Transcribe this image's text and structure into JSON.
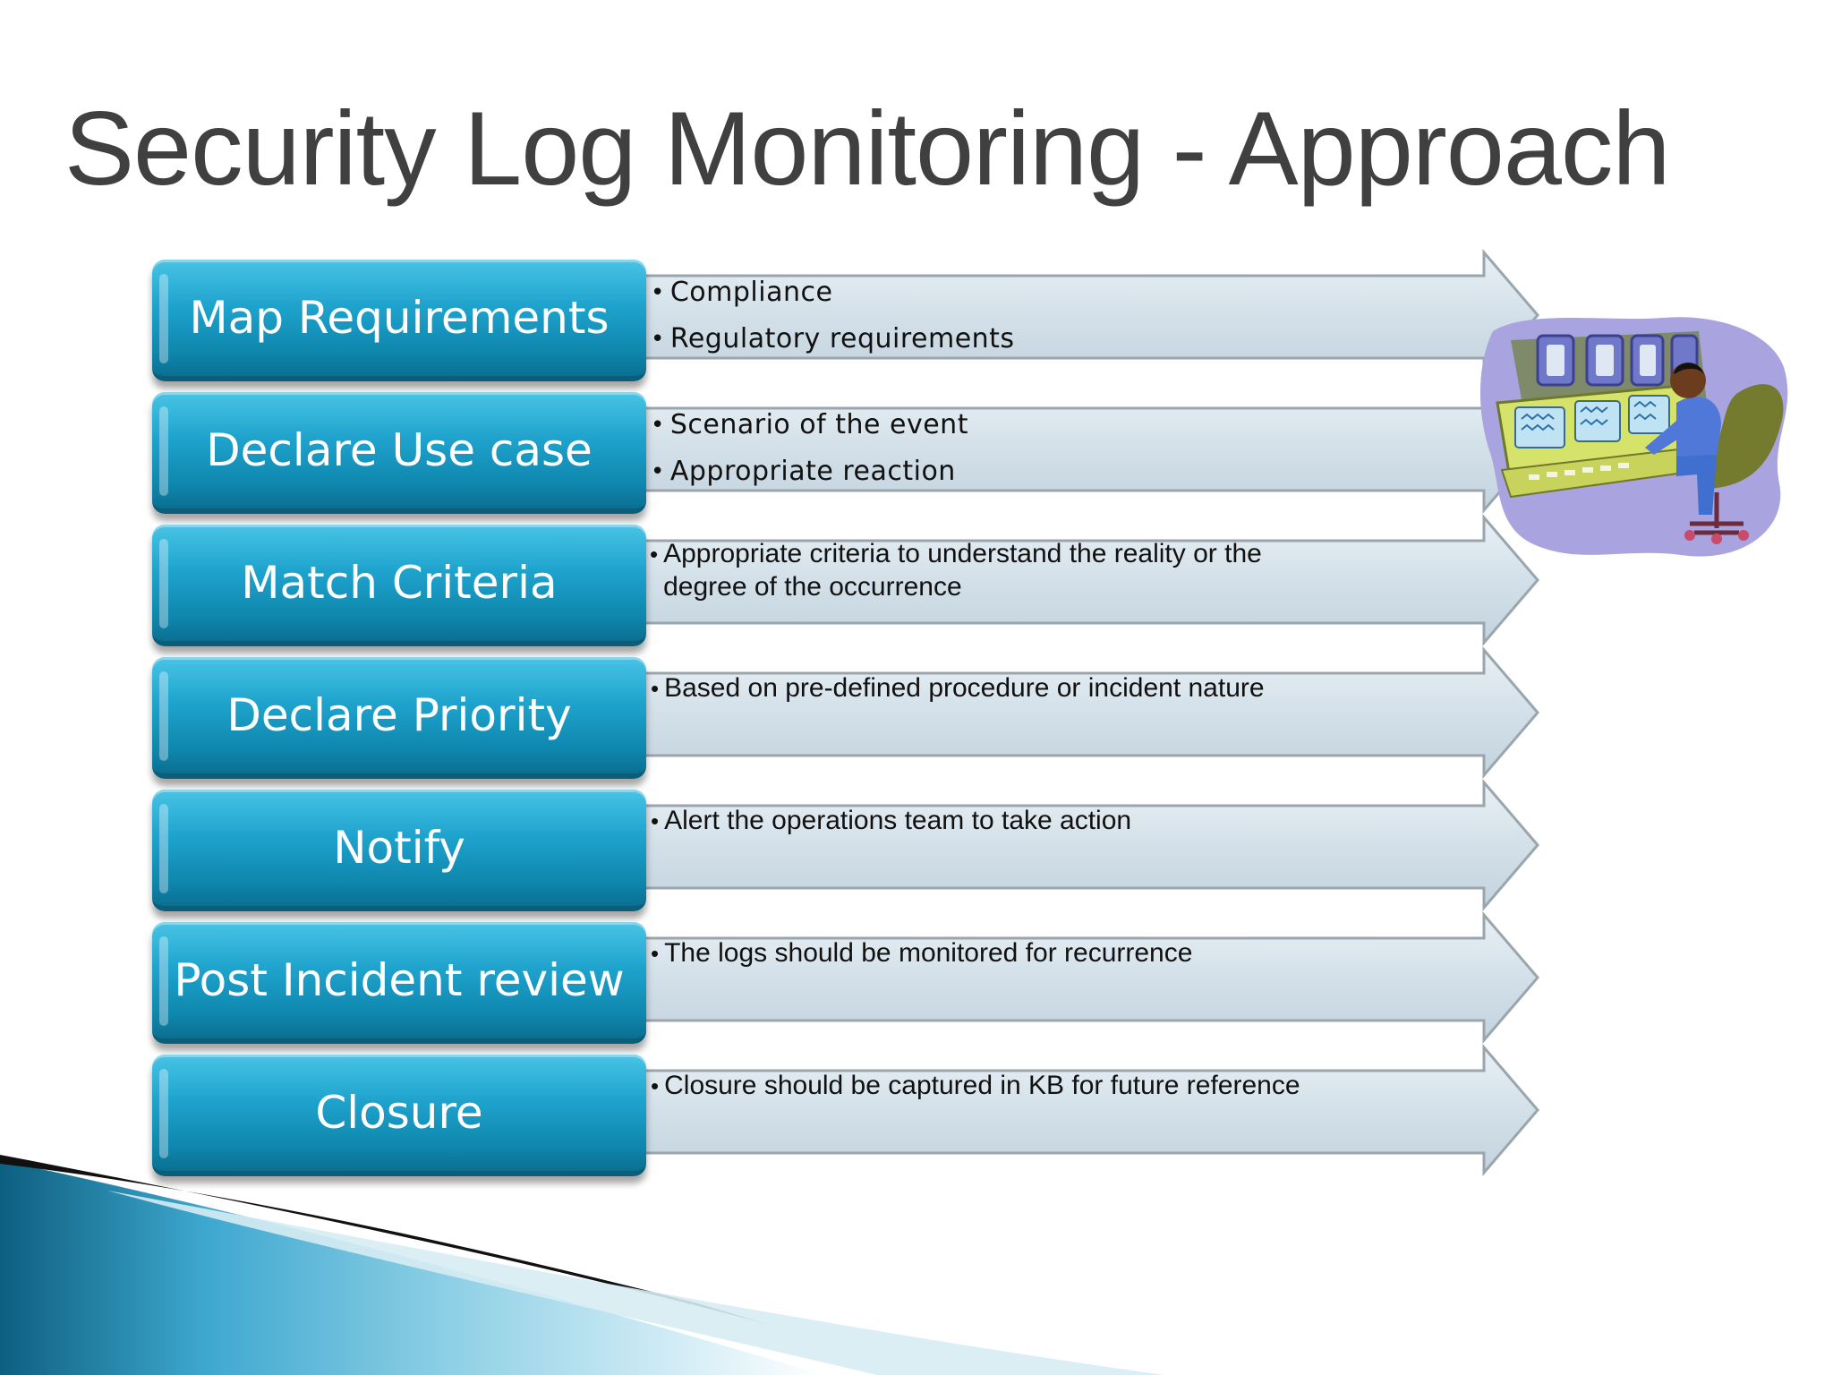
{
  "slide": {
    "title": "Security Log Monitoring - Approach",
    "steps": [
      {
        "label": "Map Requirements",
        "bullets": [
          "Compliance",
          "Regulatory requirements"
        ]
      },
      {
        "label": "Declare Use case",
        "bullets": [
          "Scenario of the event",
          "Appropriate reaction"
        ]
      },
      {
        "label": "Match Criteria",
        "bullets": [
          "Appropriate criteria to understand the reality or the degree of the occurrence"
        ]
      },
      {
        "label": "Declare Priority",
        "bullets": [
          "Based on pre-defined procedure or incident nature"
        ]
      },
      {
        "label": "Notify",
        "bullets": [
          "Alert the operations team to take action"
        ]
      },
      {
        "label": "Post Incident review",
        "bullets": [
          "The logs should be monitored  for recurrence"
        ]
      },
      {
        "label": "Closure",
        "bullets": [
          "Closure should be captured in KB for future reference"
        ]
      }
    ],
    "bullet_symbol": "•",
    "illustration": "operator-at-control-panel-icon",
    "colors": {
      "title": "#404040",
      "step_fill": "#1ea3cd",
      "arrow_fill": "#d8e4ec",
      "swoosh": "#1a7fa3"
    }
  }
}
